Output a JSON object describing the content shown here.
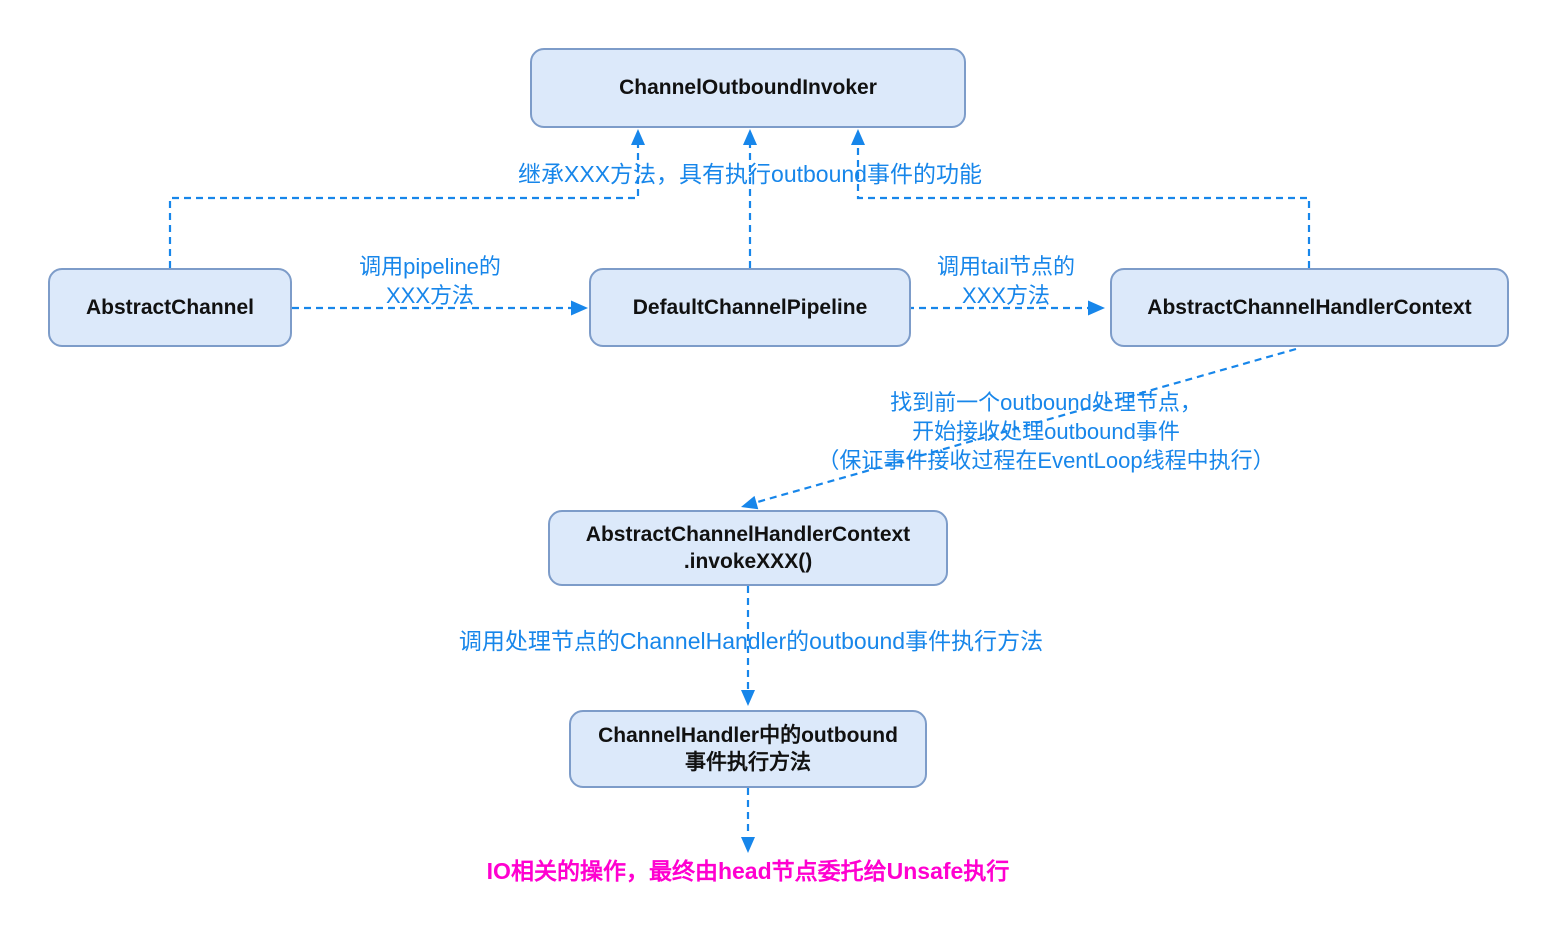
{
  "colors": {
    "background": "#ffffff",
    "box_fill": "#dce9fa",
    "box_border": "#7d9cc9",
    "box_text": "#111111",
    "arrow_and_label_blue": "#1786ea",
    "note_magenta": "#ff00d0"
  },
  "nodes": {
    "channel_outbound_invoker": {
      "label": "ChannelOutboundInvoker"
    },
    "abstract_channel": {
      "label": "AbstractChannel"
    },
    "default_channel_pipeline": {
      "label": "DefaultChannelPipeline"
    },
    "abstract_channel_handler_context": {
      "label": "AbstractChannelHandlerContext"
    },
    "invoke_xxx": {
      "line1": "AbstractChannelHandlerContext",
      "line2": ".invokeXXX()"
    },
    "channel_handler": {
      "line1": "ChannelHandler中的outbound",
      "line2": "事件执行方法"
    }
  },
  "labels": {
    "inherit_note": "继承XXX方法，具有执行outbound事件的功能",
    "call_pipeline": {
      "line1": "调用pipeline的",
      "line2": "XXX方法"
    },
    "call_tail": {
      "line1": "调用tail节点的",
      "line2": "XXX方法"
    },
    "find_prev_outbound": {
      "line1": "找到前一个outbound处理节点，",
      "line2": "开始接收处理outbound事件",
      "line3": "（保证事件接收过程在EventLoop线程中执行）"
    },
    "invoke_handler_method": "调用处理节点的ChannelHandler的outbound事件执行方法",
    "io_note": "IO相关的操作，最终由head节点委托给Unsafe执行"
  }
}
